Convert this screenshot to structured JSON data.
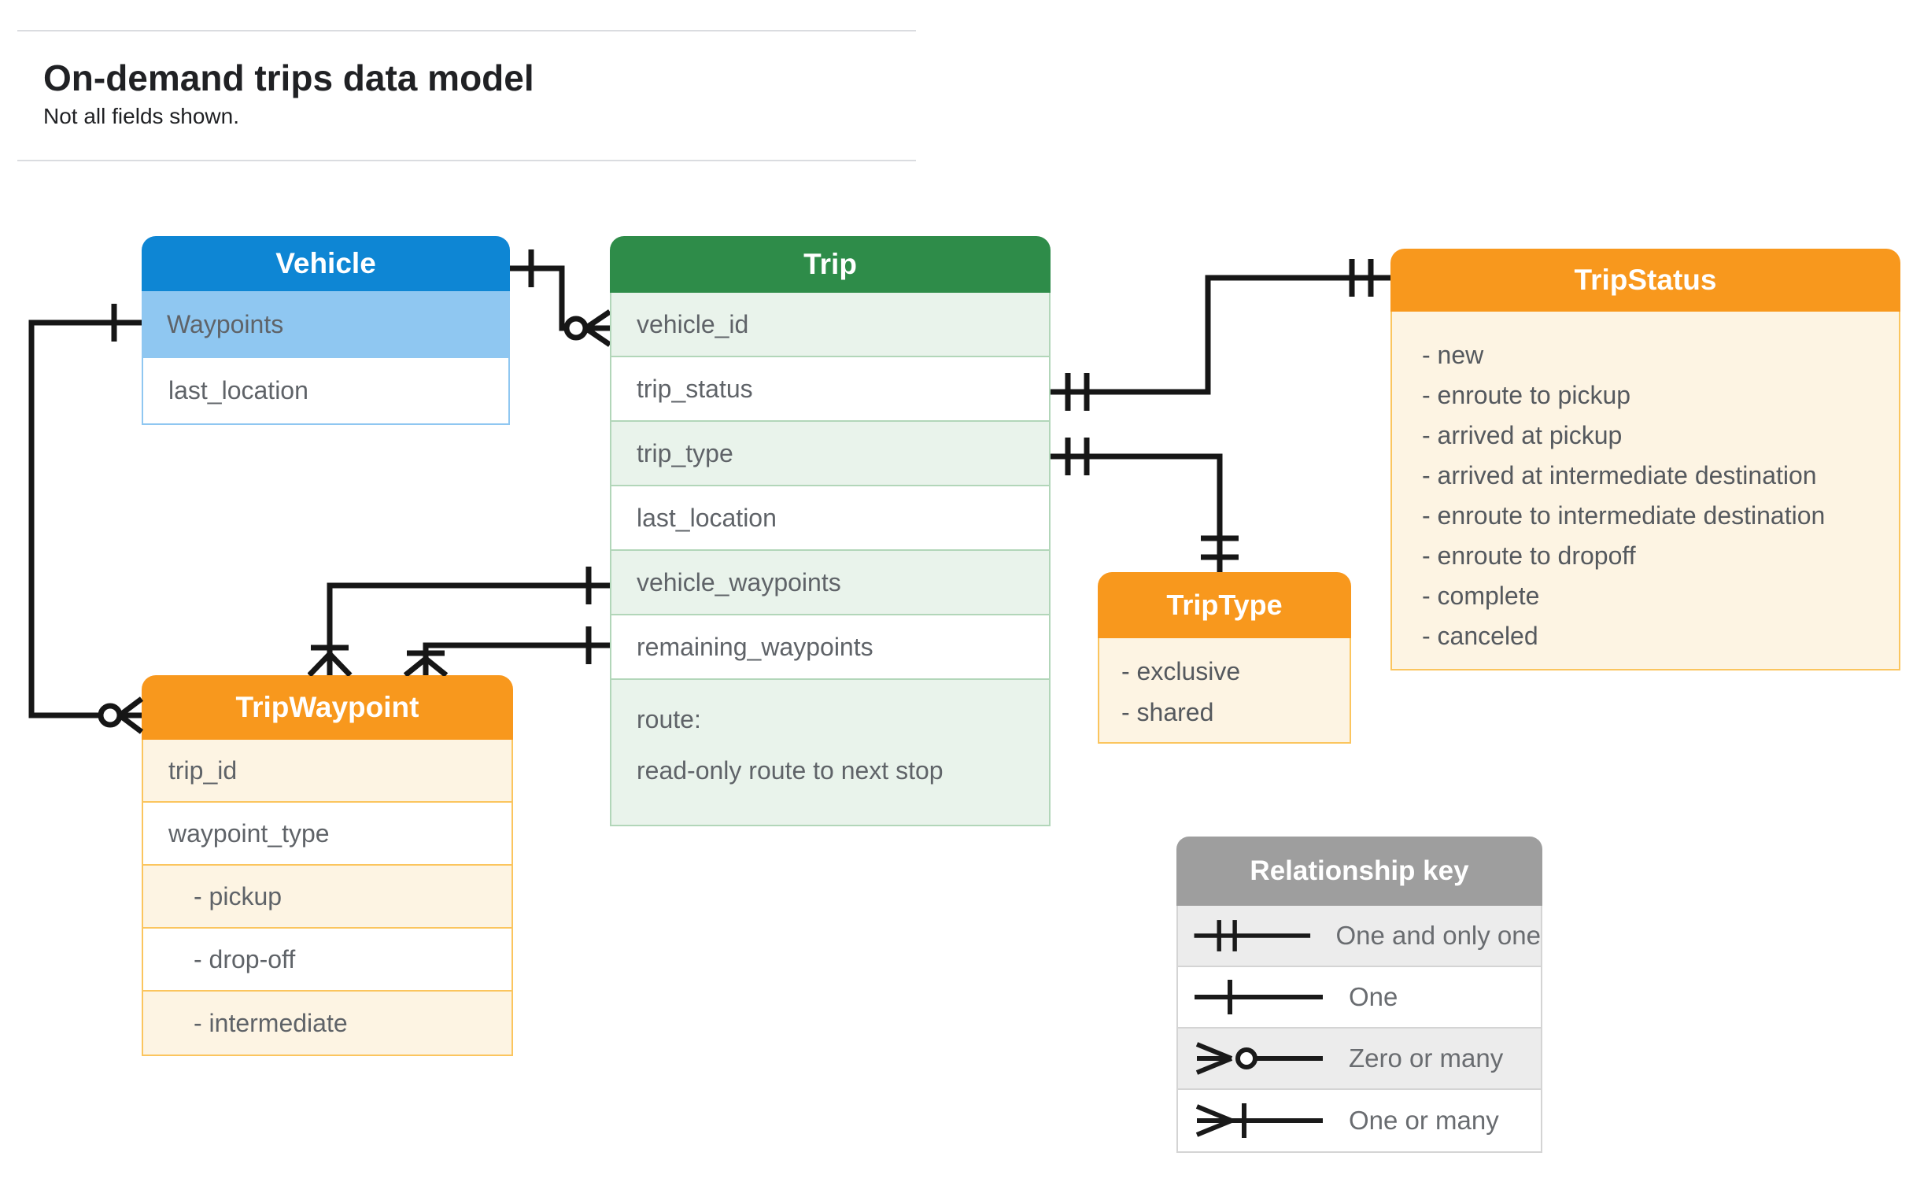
{
  "page": {
    "title": "On-demand trips data model",
    "subtitle": "Not all fields shown."
  },
  "colors": {
    "vehicle_header": "#0e86d4",
    "vehicle_highlight_row": "#8fc7f1",
    "trip_header": "#2e8c49",
    "trip_row_alt": "#e9f3eb",
    "enum_header_orange": "#f8981d",
    "enum_body_cream": "#fdf4e3",
    "key_header_gray": "#9e9e9e",
    "key_row_alt": "#ececec",
    "connector_black": "#161616",
    "row_text_gray": "#5f6368"
  },
  "entities": {
    "vehicle": {
      "title": "Vehicle",
      "rows": [
        "Waypoints",
        "last_location"
      ]
    },
    "trip": {
      "title": "Trip",
      "rows": [
        "vehicle_id",
        "trip_status",
        "trip_type",
        "last_location",
        "vehicle_waypoints",
        "remaining_waypoints"
      ],
      "route": [
        "route:",
        "read-only route to next stop"
      ]
    },
    "trip_status": {
      "title": "TripStatus",
      "items": [
        "- new",
        "- enroute to pickup",
        "- arrived at pickup",
        "- arrived at intermediate destination",
        "- enroute to intermediate destination",
        "- enroute to dropoff",
        "- complete",
        "- canceled"
      ]
    },
    "trip_type": {
      "title": "TripType",
      "items": [
        "- exclusive",
        "- shared"
      ]
    },
    "trip_waypoint": {
      "title": "TripWaypoint",
      "rows": [
        "trip_id",
        "waypoint_type",
        "- pickup",
        "- drop-off",
        "- intermediate"
      ]
    }
  },
  "legend": {
    "title": "Relationship key",
    "rows": [
      {
        "symbol": "one-and-only-one-icon",
        "label": "One and only one"
      },
      {
        "symbol": "one-icon",
        "label": "One"
      },
      {
        "symbol": "zero-or-many-icon",
        "label": "Zero or many"
      },
      {
        "symbol": "one-or-many-icon",
        "label": "One or many"
      }
    ]
  }
}
